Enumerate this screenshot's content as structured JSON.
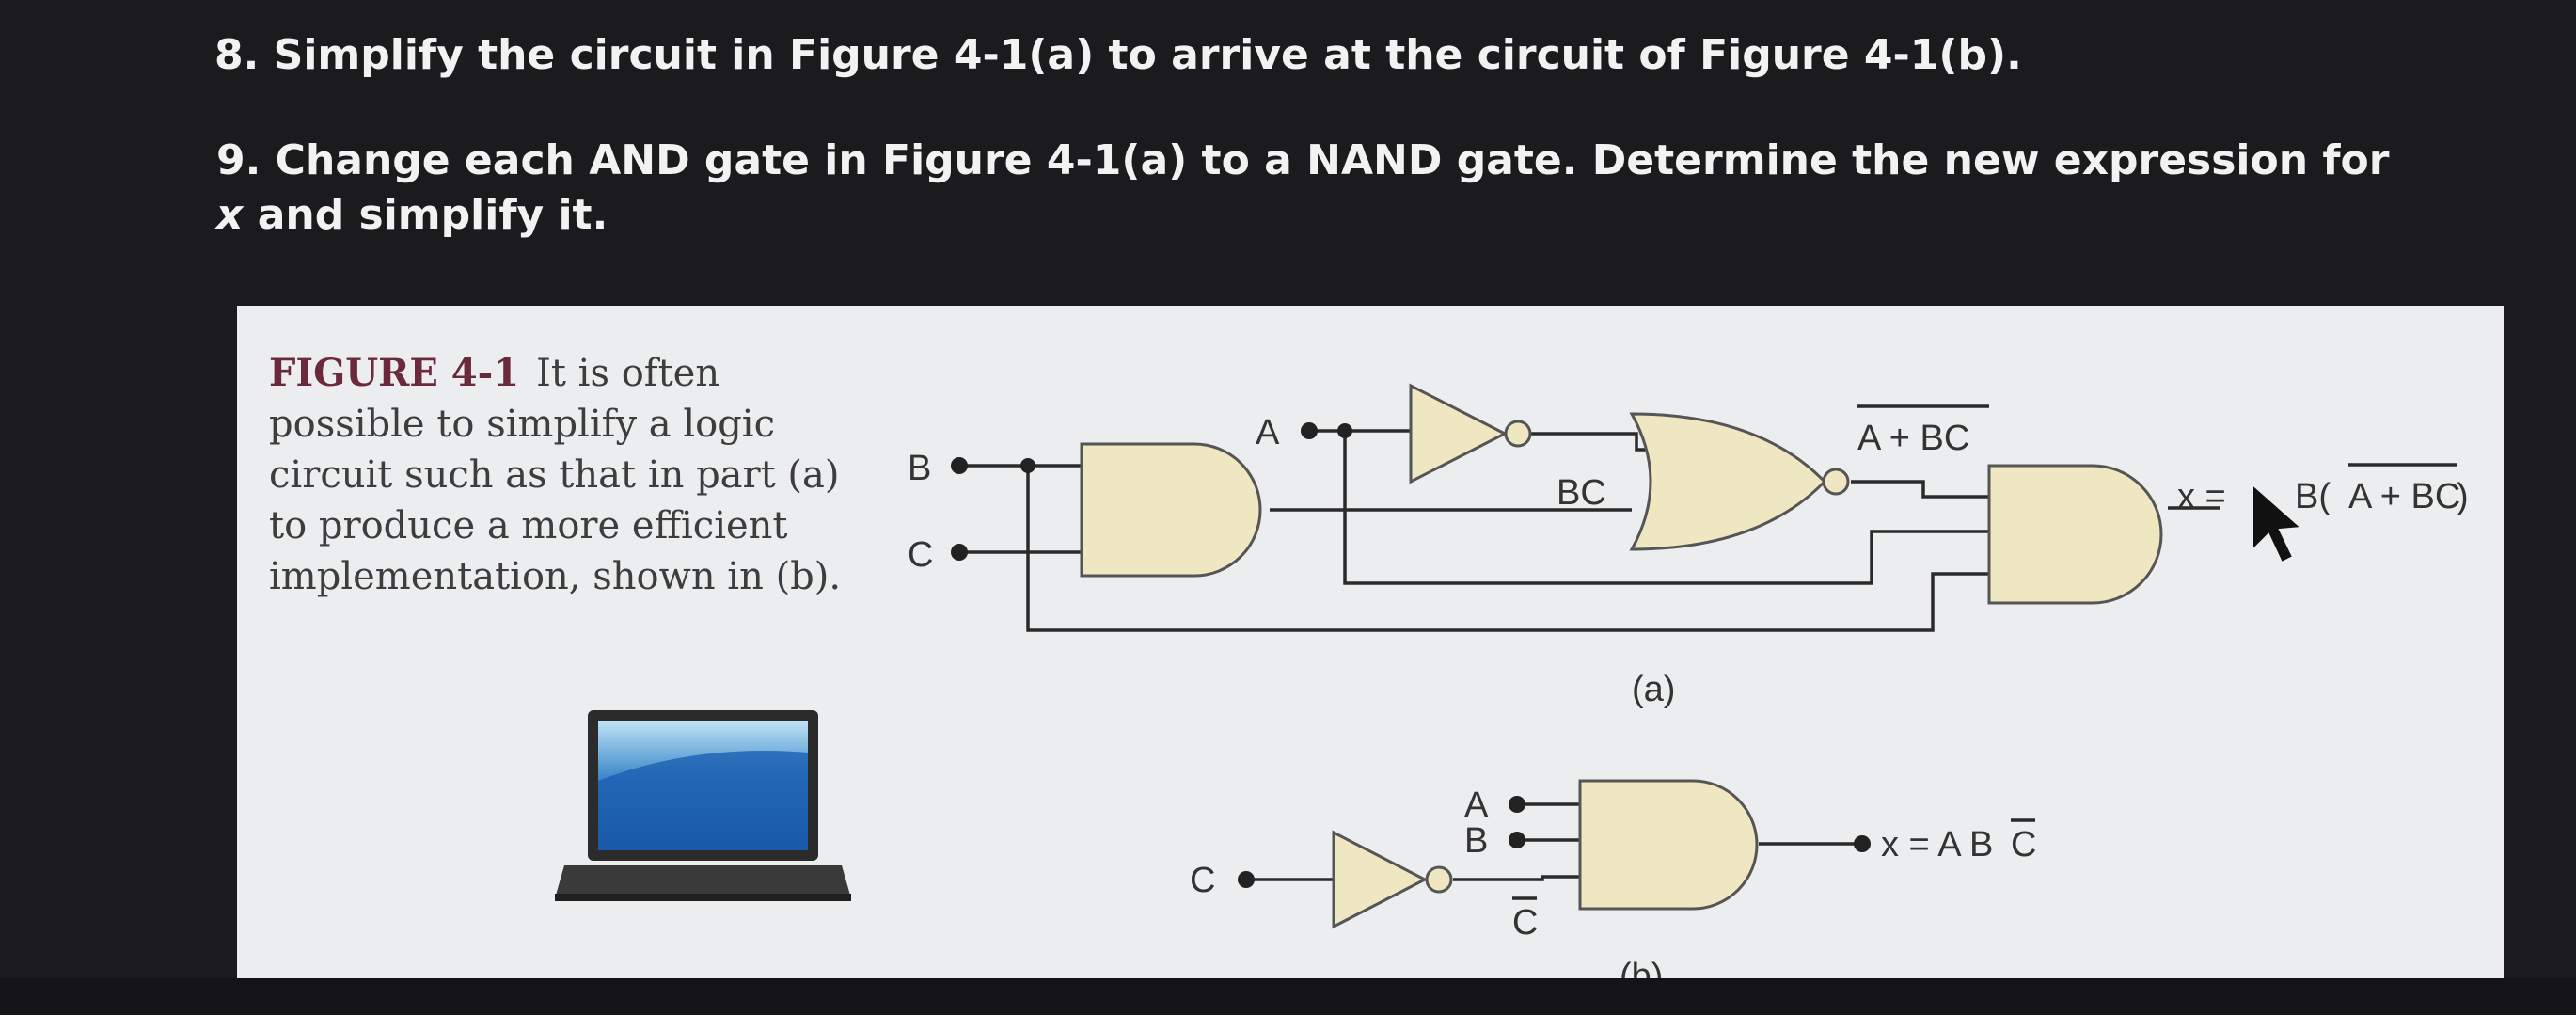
{
  "questions": {
    "q8": "8. Simplify the circuit in Figure 4-1(a) to arrive at the circuit of Figure 4-1(b).",
    "q9_before": "9. Change each AND gate in Figure 4-1(a) to a NAND gate. Determine the new expression for ",
    "q9_var": "x",
    "q9_after": " and simplify it."
  },
  "figure": {
    "number": "FIGURE 4-1",
    "caption": "It is often possible to simplify a logic circuit such as that in part (a) to produce a more efficient implementation, shown in (b)."
  },
  "circuit_a": {
    "inputs": [
      "B",
      "C",
      "A"
    ],
    "bc_label": "BC",
    "or_output_label": "A + BC",
    "output_prefix": "x =",
    "output_leading": "B(",
    "output_expr": "A + BC",
    "output_trailing": ")",
    "sublabel": "(a)"
  },
  "circuit_b": {
    "inputs": [
      "A",
      "B",
      "C"
    ],
    "inverted_label": "C",
    "output_prefix": "x = A B",
    "output_bar": "C",
    "sublabel": "(b)"
  },
  "colors": {
    "gate_fill": "#efe6c2",
    "panel": "#ecedee",
    "background": "#1b1b1d",
    "caption_accent": "#6b2a3c"
  },
  "icons": [
    "laptop-icon",
    "mouse-cursor-icon"
  ]
}
